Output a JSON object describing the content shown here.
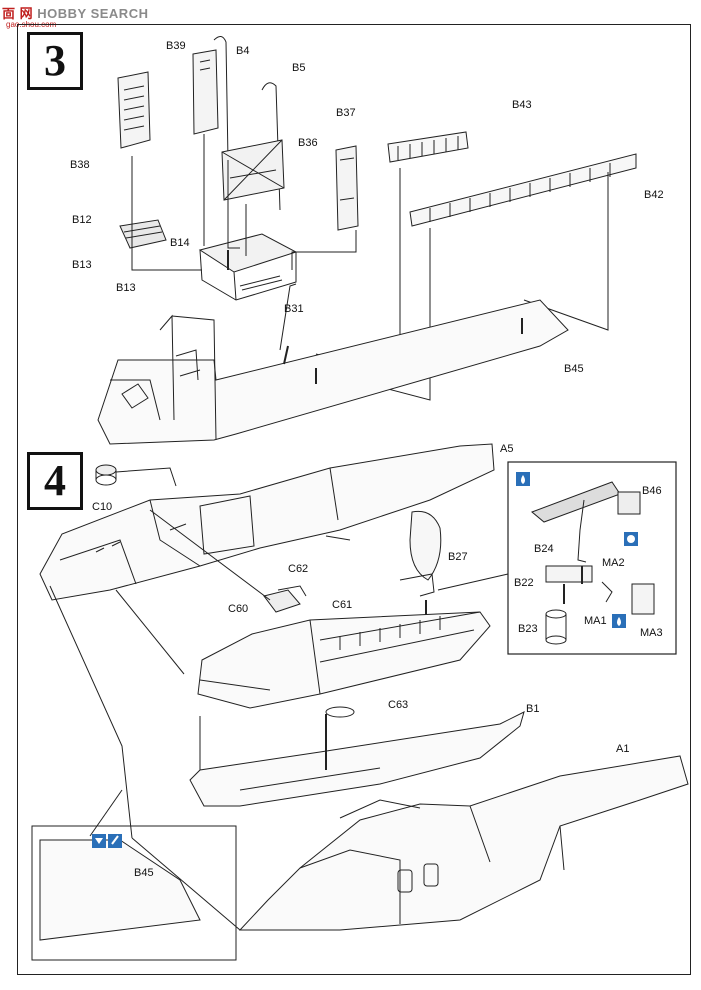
{
  "watermark": {
    "cn": "靣 网",
    "site": "HOBBY SEARCH",
    "url": "gao.shou.com"
  },
  "steps": [
    "3",
    "4"
  ],
  "labels": {
    "B39": "B39",
    "B4": "B4",
    "B5": "B5",
    "B38": "B38",
    "B36": "B36",
    "B37": "B37",
    "B43": "B43",
    "B42": "B42",
    "B12": "B12",
    "B14": "B14",
    "B13a": "B13",
    "B13b": "B13",
    "B31": "B31",
    "B45": "B45",
    "A5": "A5",
    "C10": "C10",
    "B46": "B46",
    "B27": "B27",
    "B24": "B24",
    "MA2": "MA2",
    "B22": "B22",
    "MA1": "MA1",
    "MA3": "MA3",
    "B23": "B23",
    "C62": "C62",
    "C60": "C60",
    "C61": "C61",
    "C63": "C63",
    "B1": "B1",
    "A1": "A1",
    "B45b": "B45"
  },
  "icons": [
    "glue-drop-icon",
    "cement-icon",
    "paint-icons"
  ]
}
